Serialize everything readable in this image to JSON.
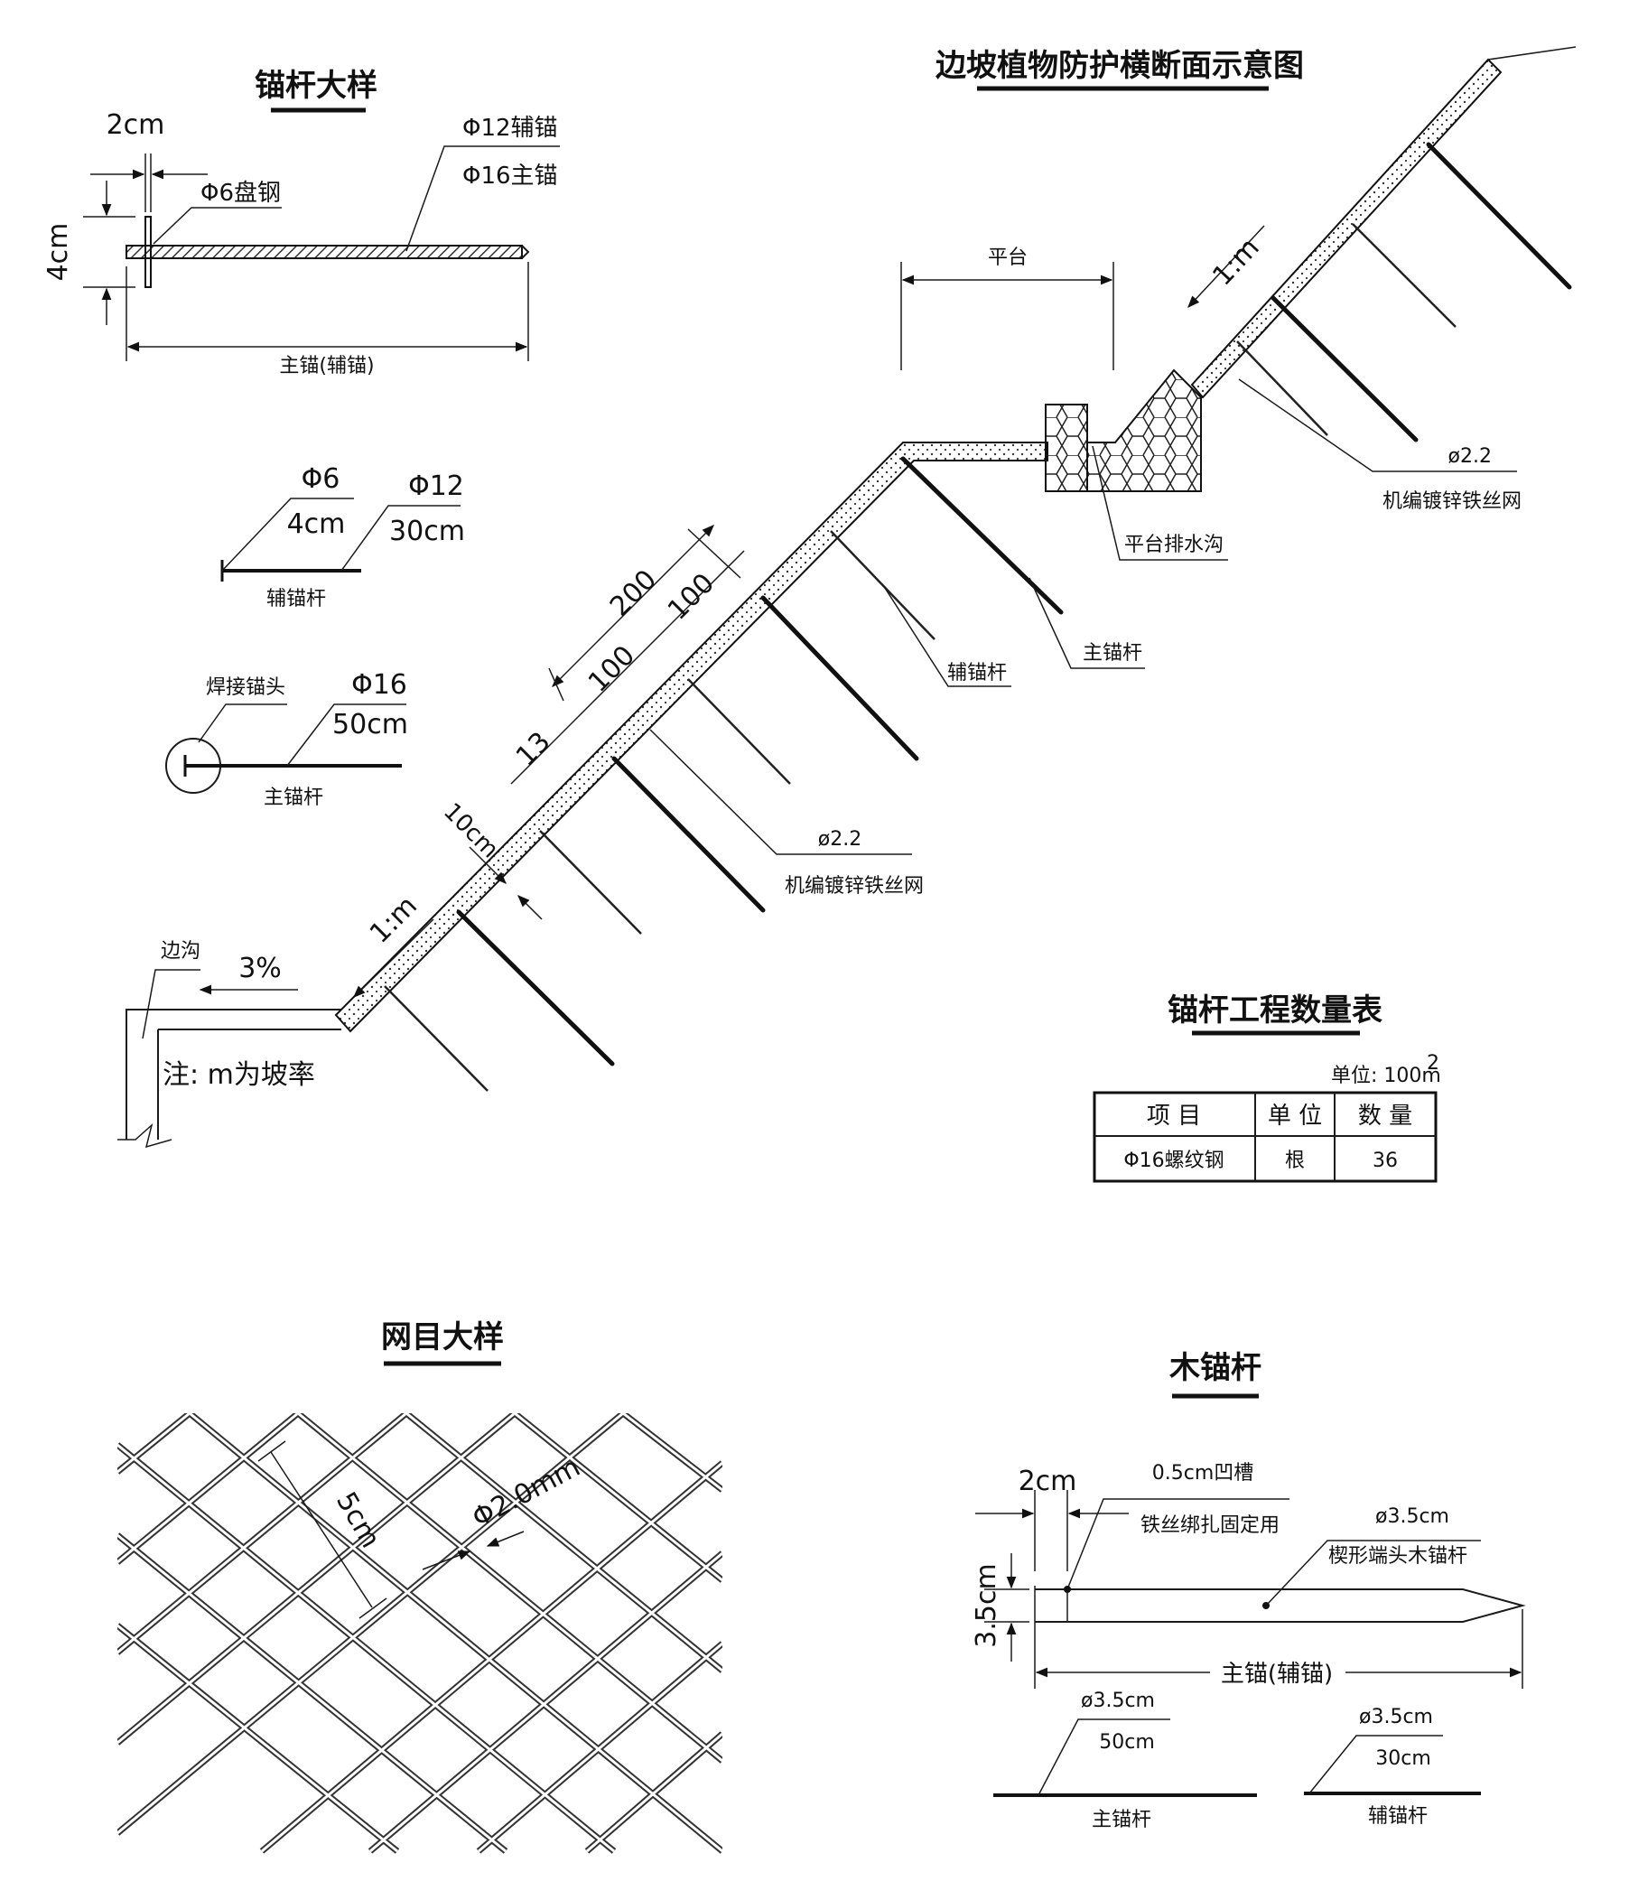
{
  "anchor_detail": {
    "title": "锚杆大样",
    "dim_2cm": "2cm",
    "dim_4cm": "4cm",
    "phi6_coil": "Φ6盘钢",
    "phi12": "Φ12辅锚",
    "phi16": "Φ16主锚",
    "length_label": "主锚(辅锚)"
  },
  "aux_anchor": {
    "dia": "Φ6",
    "head": "4cm",
    "dia2": "Φ12",
    "len": "30cm",
    "name": "辅锚杆"
  },
  "main_anchor": {
    "weld": "焊接锚头",
    "dia": "Φ16",
    "len": "50cm",
    "name": "主锚杆"
  },
  "section": {
    "title": "边坡植物防护横断面示意图",
    "platform": "平台",
    "slope_upper": "1:m",
    "slope_lower": "1:m",
    "mesh_upper_dia": "ø2.2",
    "mesh_upper_name": "机编镀锌铁丝网",
    "mesh_lower_dia": "ø2.2",
    "mesh_lower_name": "机编镀锌铁丝网",
    "drain": "平台排水沟",
    "main_rod": "主锚杆",
    "aux_rod": "辅锚杆",
    "dim_200": "200",
    "dim_100a": "100",
    "dim_100b": "100",
    "dim_13": "13",
    "dim_10cm": "10cm",
    "side_ditch": "边沟",
    "grade": "3%",
    "note": "注: m为坡率"
  },
  "qty_table": {
    "title": "锚杆工程数量表",
    "unit": "单位: 100m",
    "unit_sup": "2",
    "headers": [
      "项 目",
      "单 位",
      "数 量"
    ],
    "rows": [
      [
        "Φ16螺纹钢",
        "根",
        "36"
      ]
    ]
  },
  "mesh_detail": {
    "title": "网目大样",
    "size": "5cm",
    "wire": "Φ2.0mm"
  },
  "wood_anchor": {
    "title": "木锚杆",
    "dim_2cm": "2cm",
    "dim_35cm": "3.5cm",
    "groove": "0.5cm凹槽",
    "groove_use": "铁丝绑扎固定用",
    "dia": "ø3.5cm",
    "desc": "楔形端头木锚杆",
    "length_label": "主锚(辅锚)",
    "main_dia": "ø3.5cm",
    "main_len": "50cm",
    "main_name": "主锚杆",
    "aux_dia": "ø3.5cm",
    "aux_len": "30cm",
    "aux_name": "辅锚杆"
  }
}
